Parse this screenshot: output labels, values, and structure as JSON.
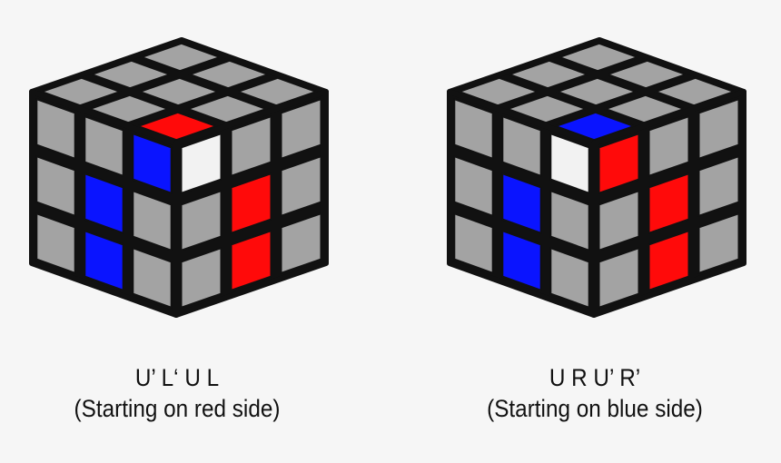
{
  "colors": {
    "G": "#a3a3a3",
    "R": "#ff0a0a",
    "B": "#0a14ff",
    "W": "#f2f2f2",
    "body": "#111111"
  },
  "cubes": [
    {
      "algorithm": "U’ L‘ U L",
      "note": "(Starting on red side)",
      "top": [
        [
          "R",
          "G",
          "G"
        ],
        [
          "G",
          "G",
          "G"
        ],
        [
          "G",
          "G",
          "G"
        ]
      ],
      "left": [
        [
          "B",
          "G",
          "G"
        ],
        [
          "G",
          "B",
          "G"
        ],
        [
          "G",
          "B",
          "G"
        ]
      ],
      "right": [
        [
          "W",
          "G",
          "G"
        ],
        [
          "G",
          "R",
          "G"
        ],
        [
          "G",
          "R",
          "G"
        ]
      ]
    },
    {
      "algorithm": "U R U’ R’",
      "note": "(Starting on blue side)",
      "top": [
        [
          "B",
          "G",
          "G"
        ],
        [
          "G",
          "G",
          "G"
        ],
        [
          "G",
          "G",
          "G"
        ]
      ],
      "left": [
        [
          "W",
          "G",
          "G"
        ],
        [
          "G",
          "B",
          "G"
        ],
        [
          "G",
          "B",
          "G"
        ]
      ],
      "right": [
        [
          "R",
          "G",
          "G"
        ],
        [
          "G",
          "R",
          "G"
        ],
        [
          "G",
          "R",
          "G"
        ]
      ]
    }
  ]
}
